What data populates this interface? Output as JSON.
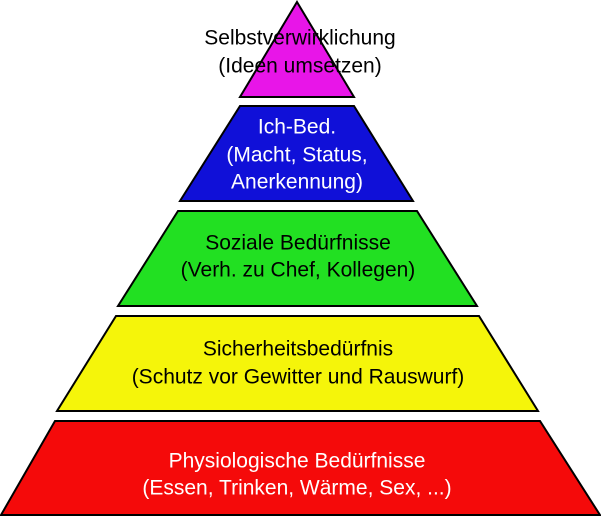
{
  "tiers": [
    {
      "label": "Selbstverwirklichung",
      "lines": [
        "Selbstverwirklichung",
        "(Ideen umsetzen)"
      ],
      "color": "#e815e8",
      "text_color": "#000000"
    },
    {
      "label": "Ich-Bed.",
      "lines": [
        "Ich-Bed.",
        "(Macht, Status,",
        "Anerkennung)"
      ],
      "color": "#1010d8",
      "text_color": "#ffffff"
    },
    {
      "label": "Soziale Bedürfnisse",
      "lines": [
        "Soziale Bedürfnisse",
        "(Verh. zu Chef, Kollegen)"
      ],
      "color": "#22e022",
      "text_color": "#000000"
    },
    {
      "label": "Sicherheitsbedürfnis",
      "lines": [
        "Sicherheitsbedürfnis",
        "(Schutz vor Gewitter und Rauswurf)"
      ],
      "color": "#f5f50a",
      "text_color": "#000000"
    },
    {
      "label": "Physiologische Bedürfnisse",
      "lines": [
        "Physiologische Bedürfnisse",
        "(Essen, Trinken, Wärme, Sex, ...)"
      ],
      "color": "#f50a0a",
      "text_color": "#ffffff"
    }
  ]
}
